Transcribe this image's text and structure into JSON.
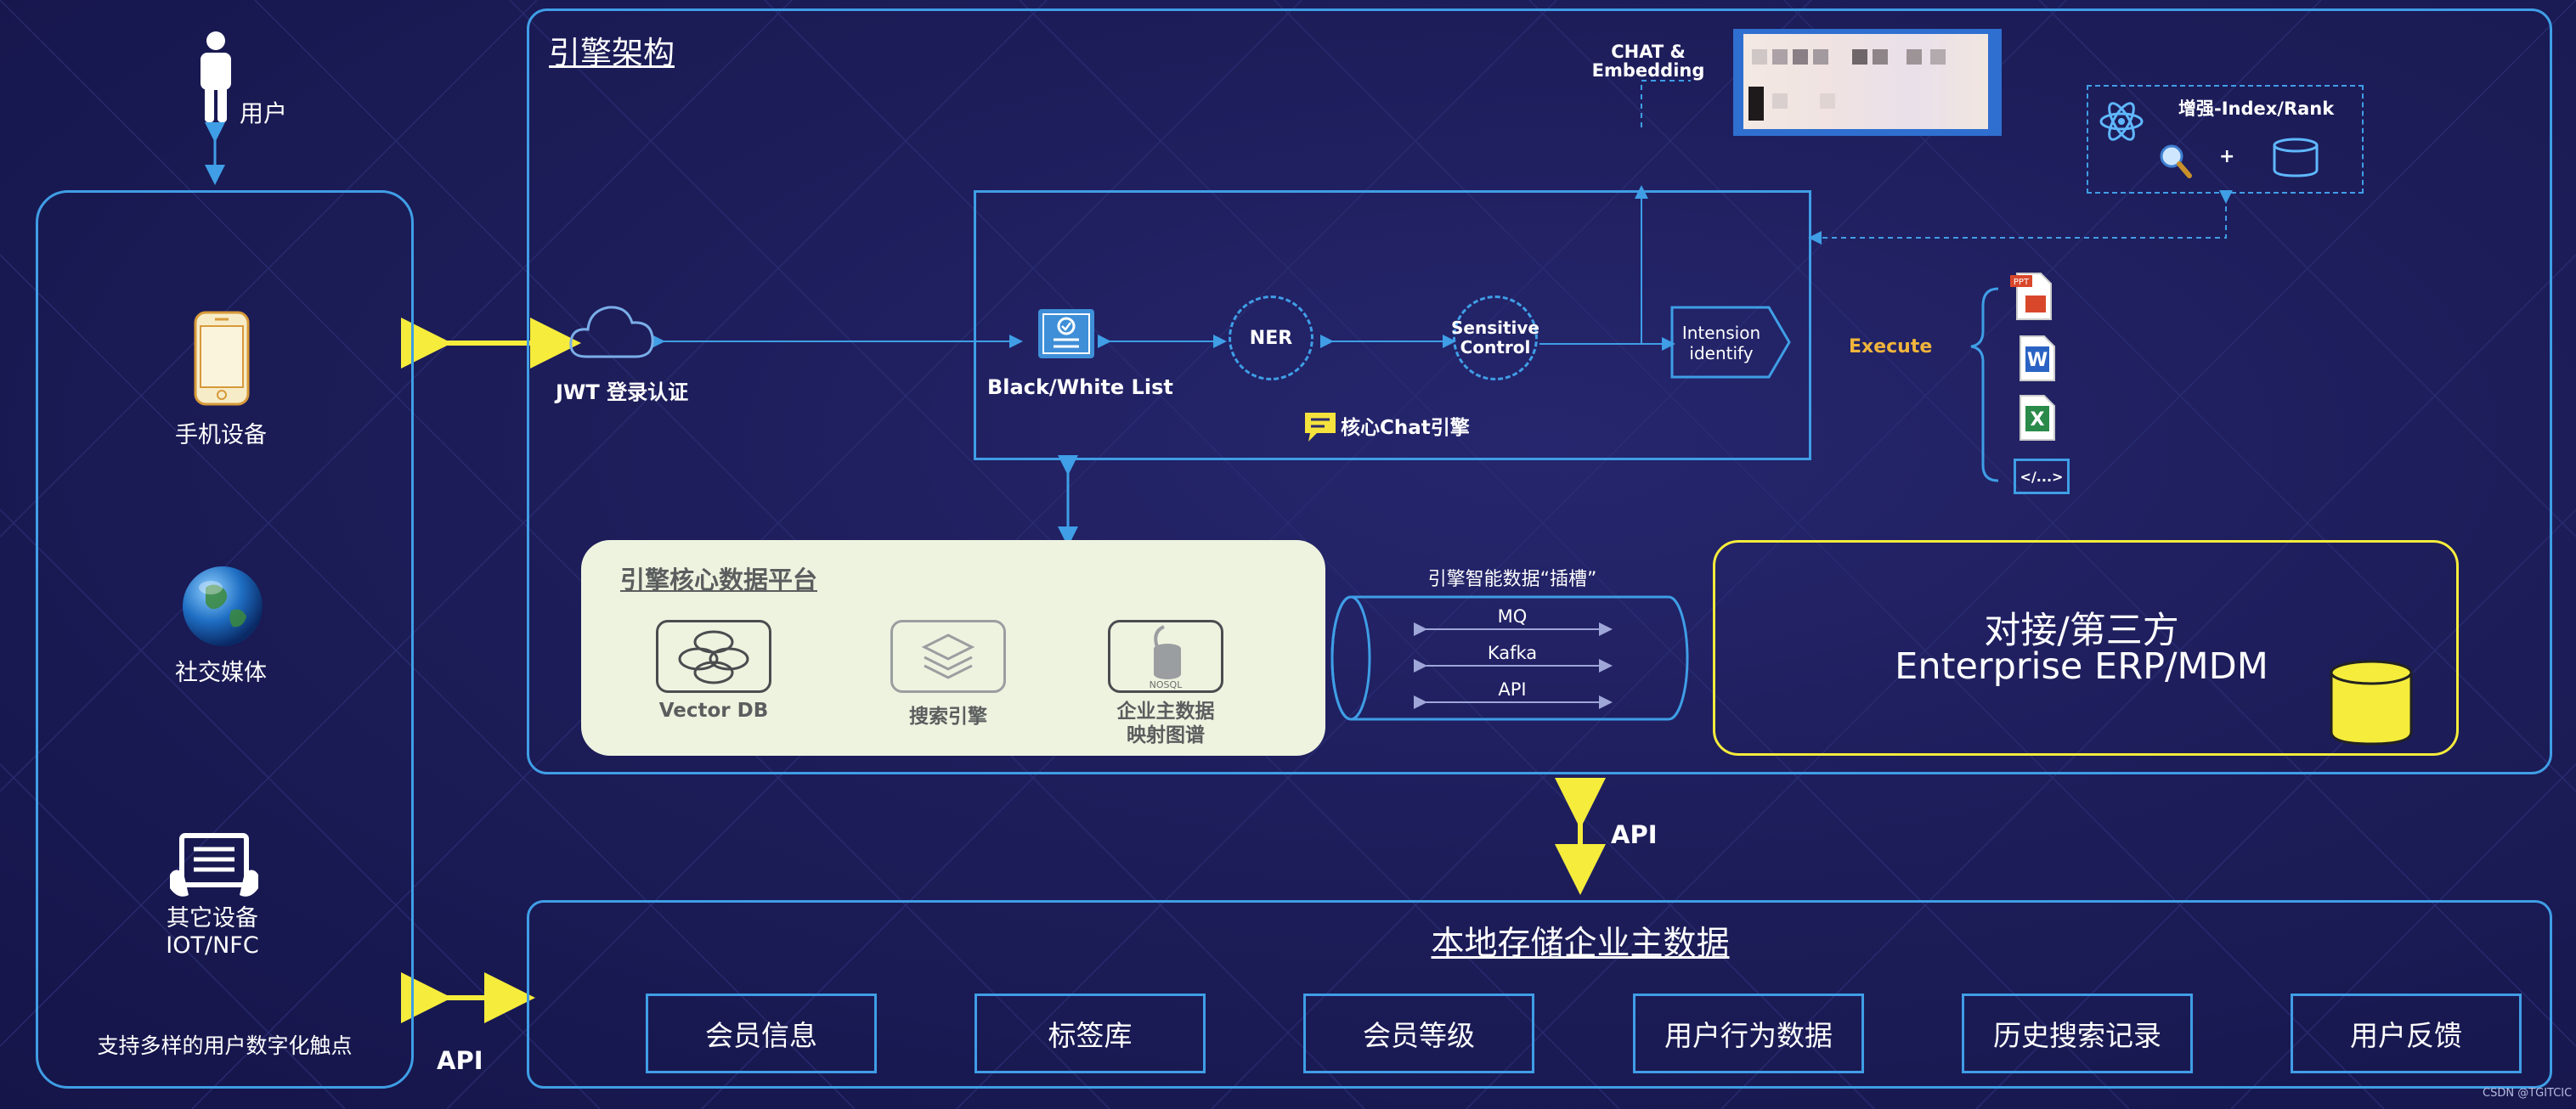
{
  "left_panel": {
    "user_label": "用户",
    "devices": [
      {
        "icon": "phone-icon",
        "label": "手机设备"
      },
      {
        "icon": "globe-icon",
        "label": "社交媒体"
      },
      {
        "icon": "device-icon",
        "label": "其它设备\nIOT/NFC"
      }
    ],
    "footer": "支持多样的用户数字化触点",
    "api_label": "API"
  },
  "engine": {
    "title": "引擎架构",
    "jwt_label": "JWT 登录认证",
    "chat_embedding_label": "CHAT &\nEmbedding",
    "index_rank": {
      "title": "增强-Index/Rank",
      "plus": "+"
    },
    "core_chat": {
      "black_white_list": "Black/White List",
      "ner": "NER",
      "sensitive": "Sensitive\nControl",
      "intension": "Intension\nidentify",
      "title": "核心Chat引擎"
    },
    "execute_label": "Execute",
    "execute_items": [
      "ppt-icon",
      "word-icon",
      "excel-icon",
      "</...>"
    ],
    "data_platform": {
      "title": "引擎核心数据平台",
      "items": [
        {
          "icon": "vector-db-icon",
          "label": "Vector DB"
        },
        {
          "icon": "layers-icon",
          "label": "搜索引擎"
        },
        {
          "icon": "nosql-icon",
          "label": "企业主数据\n映射图谱",
          "icon_text": "NOSQL"
        }
      ]
    },
    "slot": {
      "title": "引擎智能数据“插槽”",
      "items": [
        "MQ",
        "Kafka",
        "API"
      ]
    },
    "third_party": {
      "line1": "对接/第三方",
      "line2": "Enterprise ERP/MDM"
    }
  },
  "middle_api": "API",
  "storage": {
    "title": "本地存储企业主数据",
    "items": [
      "会员信息",
      "标签库",
      "会员等级",
      "用户行为数据",
      "历史搜索记录",
      "用户反馈"
    ]
  },
  "watermark": "CSDN @TGITCIC",
  "colors": {
    "background": "#1d1d5a",
    "accent_blue": "#3f9ee6",
    "accent_yellow": "#f5ec3c",
    "execute_orange": "#f0b43c",
    "platform_bg": "#eef3e0"
  }
}
